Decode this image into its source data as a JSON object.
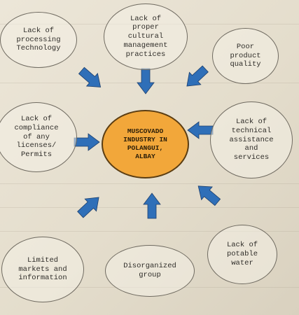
{
  "center": {
    "label": "MUSCOVADO\nINDUSTRY IN\nPOLANGUI,\nALBAY"
  },
  "nodes": {
    "processing": "Lack of\nprocessing\nTechnology",
    "cultural": "Lack of\nproper\ncultural\nmanagement\npractices",
    "quality": "Poor\nproduct\nquality",
    "compliance": "Lack of\ncompliance\nof any\nlicenses/\nPermits",
    "technical": "Lack of\ntechnical\nassistance\nand\nservices",
    "markets": "Limited\nmarkets and\ninformation",
    "group": "Disorganized\ngroup",
    "water": "Lack of\npotable\nwater"
  },
  "colors": {
    "center_fill": "#f2a73a",
    "arrow_fill": "#2f6fb8"
  },
  "icons": [
    "blue-arrow-icon"
  ]
}
